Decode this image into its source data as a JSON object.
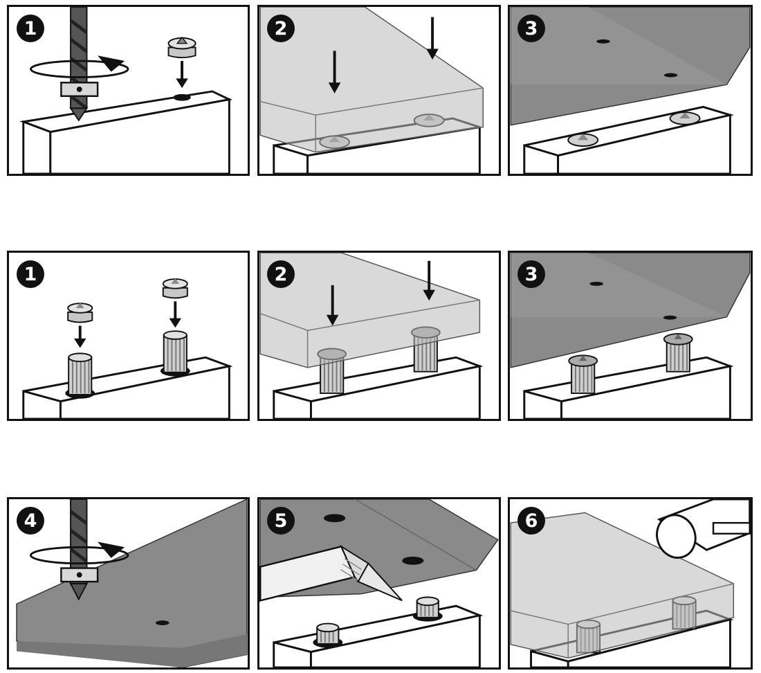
{
  "title": "Dowel centre point usage instructions",
  "colors": {
    "line": "#111111",
    "board": "#8a8a8a",
    "board_translucent": "#b9b9b9",
    "metal": "#c7c7c7",
    "background": "#ffffff"
  },
  "sequences": [
    {
      "name": "blind-hole-marking",
      "panels": [
        {
          "step": "1",
          "scene": "drill-hole-insert-point",
          "icons": [
            "drill-bit-icon",
            "rotation-arrow-icon",
            "depth-stop-collar-icon",
            "dowel-center-point-icon",
            "down-arrow-icon",
            "drilled-hole-icon"
          ]
        },
        {
          "step": "2",
          "scene": "press-board-onto-points",
          "icons": [
            "translucent-board-icon",
            "down-arrow-icon",
            "dowel-center-point-icon"
          ]
        },
        {
          "step": "3",
          "scene": "marked-board-lifted",
          "icons": [
            "marked-board-icon",
            "center-mark-icon",
            "dowel-center-point-icon"
          ]
        }
      ]
    },
    {
      "name": "dowel-alignment",
      "panels": [
        {
          "step": "1",
          "scene": "insert-points-into-dowels",
          "icons": [
            "dowel-center-point-icon",
            "down-arrow-icon",
            "fluted-dowel-icon"
          ]
        },
        {
          "step": "2",
          "scene": "press-board-onto-dowels",
          "icons": [
            "translucent-board-icon",
            "down-arrow-icon",
            "fluted-dowel-icon"
          ]
        },
        {
          "step": "3",
          "scene": "marked-board-lifted",
          "icons": [
            "marked-board-icon",
            "center-mark-icon",
            "fluted-dowel-icon"
          ]
        }
      ]
    },
    {
      "name": "drill-glue-assemble",
      "panels": [
        {
          "step": "4",
          "scene": "drill-marked-board",
          "icons": [
            "drill-bit-icon",
            "rotation-arrow-icon",
            "depth-stop-collar-icon",
            "marked-board-icon"
          ]
        },
        {
          "step": "5",
          "scene": "apply-glue",
          "icons": [
            "glue-bottle-icon",
            "fluted-dowel-icon",
            "drilled-hole-icon"
          ]
        },
        {
          "step": "6",
          "scene": "hammer-assemble",
          "icons": [
            "mallet-icon",
            "translucent-board-icon",
            "fluted-dowel-icon"
          ]
        }
      ]
    }
  ]
}
